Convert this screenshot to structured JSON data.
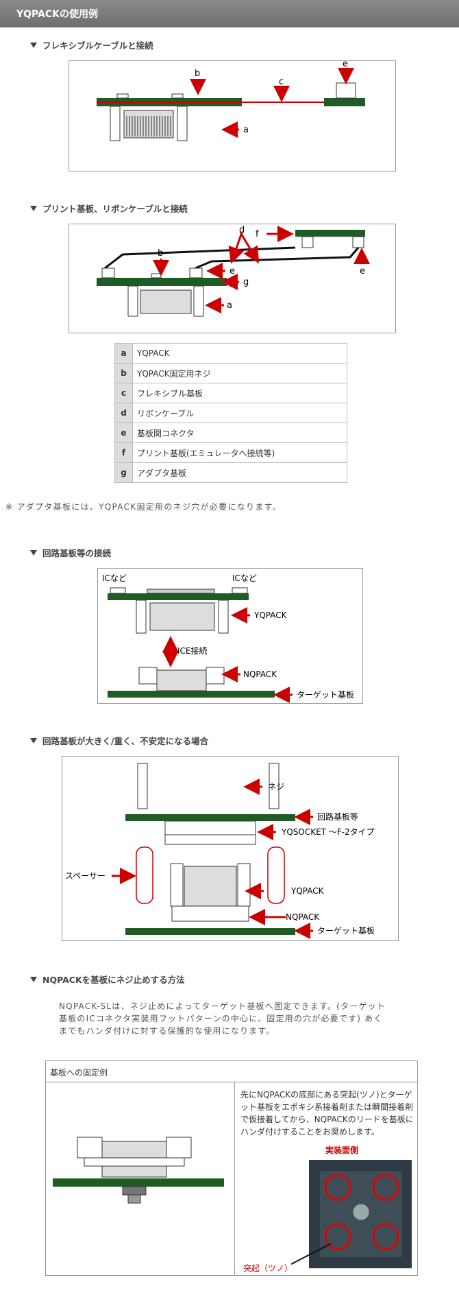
{
  "header": {
    "title": "YQPACKの使用例"
  },
  "sections": {
    "s1": {
      "title": "フレキシブルケーブルと接続"
    },
    "s2": {
      "title": "プリント基板、リボンケーブルと接続"
    },
    "s3": {
      "title": "回路基板等の接続"
    },
    "s4": {
      "title": "回路基板が大きく/重く、不安定になる場合"
    },
    "s5": {
      "title": "NQPACKを基板にネジ止めする方法"
    }
  },
  "fig1": {
    "a": "a",
    "b": "b",
    "c": "c",
    "e": "e"
  },
  "fig2": {
    "a": "a",
    "b": "b",
    "d": "d",
    "e1": "e",
    "e2": "e",
    "f": "f",
    "g": "g"
  },
  "legend": [
    {
      "key": "a",
      "value": "YQPACK"
    },
    {
      "key": "b",
      "value": "YQPACK固定用ネジ"
    },
    {
      "key": "c",
      "value": "フレキシブル基板"
    },
    {
      "key": "d",
      "value": "リボンケーブル"
    },
    {
      "key": "e",
      "value": "基板間コネクタ"
    },
    {
      "key": "f",
      "value": "プリント基板(エミュレータへ接続等)"
    },
    {
      "key": "g",
      "value": "アダプタ基板"
    }
  ],
  "note": "※ アダプタ基板には、YQPACK固定用のネジ穴が必要になります。",
  "fig3": {
    "ic_left": "ICなど",
    "ic_right": "ICなど",
    "yqpack": "YQPACK",
    "ice": "ICE接続",
    "nqpack": "NQPACK",
    "target": "ターゲット基板"
  },
  "fig4": {
    "screw": "ネジ",
    "board": "回路基板等",
    "socket": "YQSOCKET ～F-2タイプ",
    "spacer": "スペーサー",
    "yqpack": "YQPACK",
    "nqpack": "NQPACK",
    "target": "ターゲット基板"
  },
  "s5_text": "NQPACK-SLは、ネジ止めによってターゲット基板へ固定できます。(ターゲット基板のICコネクタ実装用フットパターンの中心に、固定用の穴が必要です) あくまでもハンダ付けに対する保護的な使用になります。",
  "fix_example": {
    "title": "基板への固定例",
    "text": "先にNQPACKの底部にある突起(ツノ)とターゲット基板をエポキシ系接着剤または瞬間接着剤で仮接着してから、NQPACKのリードを基板にハンダ付けすることをお奨めします。",
    "mount_side": "実装面側",
    "protrusion": "突起（ツノ）"
  },
  "colors": {
    "board": "#1f5c25",
    "arrow": "#cc0000",
    "header": "#7a7a7a"
  }
}
